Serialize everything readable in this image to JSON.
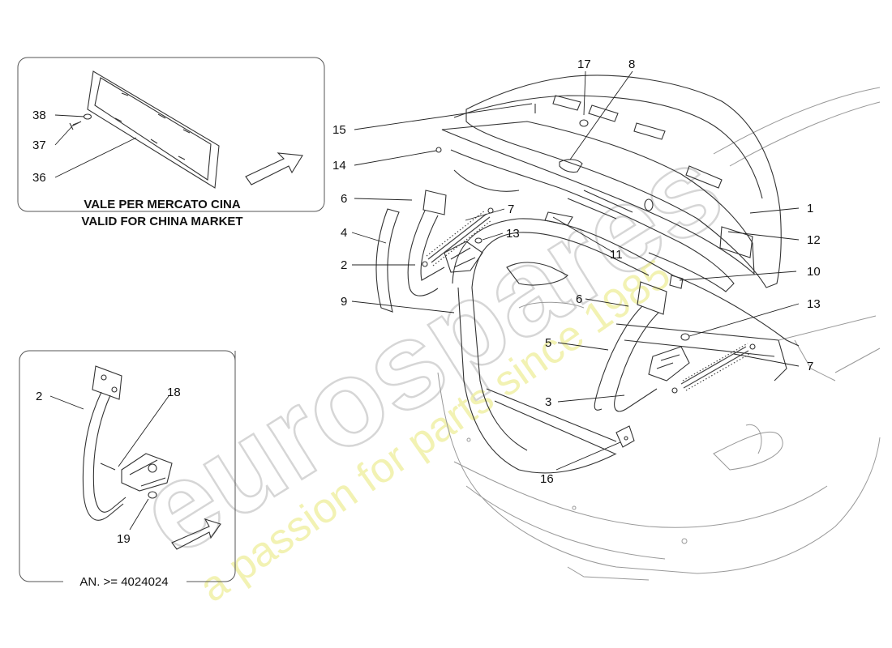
{
  "diagram": {
    "watermark": {
      "brand": "eurospares",
      "tagline": "a passion for parts since 1985"
    },
    "inset_china": {
      "caption_line1": "VALE PER MERCATO CINA",
      "caption_line2": "VALID FOR CHINA MARKET",
      "callouts": [
        "38",
        "37",
        "36"
      ]
    },
    "inset_hinge": {
      "note": "AN. >= 4024024",
      "callouts": [
        "2",
        "18",
        "19"
      ]
    },
    "main_callouts": [
      "17",
      "8",
      "15",
      "14",
      "6",
      "7",
      "13",
      "4",
      "2",
      "9",
      "1",
      "12",
      "11",
      "10",
      "6",
      "13",
      "5",
      "7",
      "3",
      "16"
    ]
  }
}
